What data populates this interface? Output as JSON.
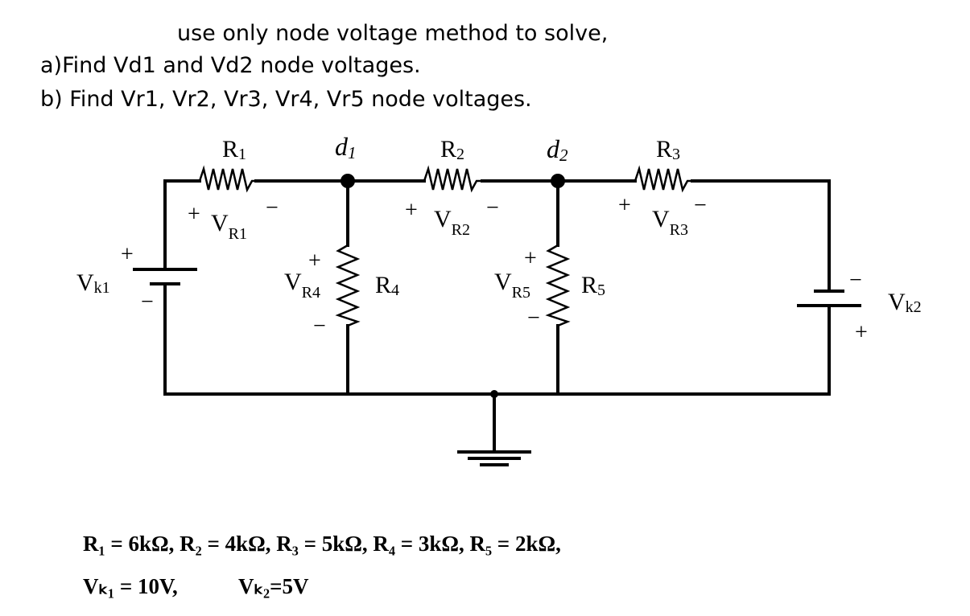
{
  "question": {
    "line1": "use only node voltage method to solve,",
    "line2": "a)Find Vd1 and Vd2 node voltages.",
    "line3": "b) Find Vr1, Vr2, Vr3, Vr4, Vr5 node voltages."
  },
  "circuit": {
    "resistors": [
      {
        "main": "R",
        "sub": "1"
      },
      {
        "main": "R",
        "sub": "2"
      },
      {
        "main": "R",
        "sub": "3"
      },
      {
        "main": "R",
        "sub": "4"
      },
      {
        "main": "R",
        "sub": "5"
      }
    ],
    "nodes": [
      {
        "main": "d",
        "sub": "1"
      },
      {
        "main": "d",
        "sub": "2"
      }
    ],
    "voltage_labels": [
      {
        "main": "V",
        "sub": "R1"
      },
      {
        "main": "V",
        "sub": "R2"
      },
      {
        "main": "V",
        "sub": "R3"
      },
      {
        "main": "V",
        "sub": "R4"
      },
      {
        "main": "V",
        "sub": "R5"
      }
    ],
    "sources": [
      {
        "main": "V",
        "sub": "k1"
      },
      {
        "main": "V",
        "sub": "k2"
      }
    ],
    "signs": {
      "plus": "+",
      "minus": "−"
    }
  },
  "values": {
    "line1": "R₁ = 6kΩ,   R₂ = 4kΩ, R₃ = 5kΩ, R₄ = 3kΩ, R₅ = 2kΩ,",
    "line2a": "Vₖ₁ = 10V,",
    "line2b": "Vₖ₂=5V"
  }
}
